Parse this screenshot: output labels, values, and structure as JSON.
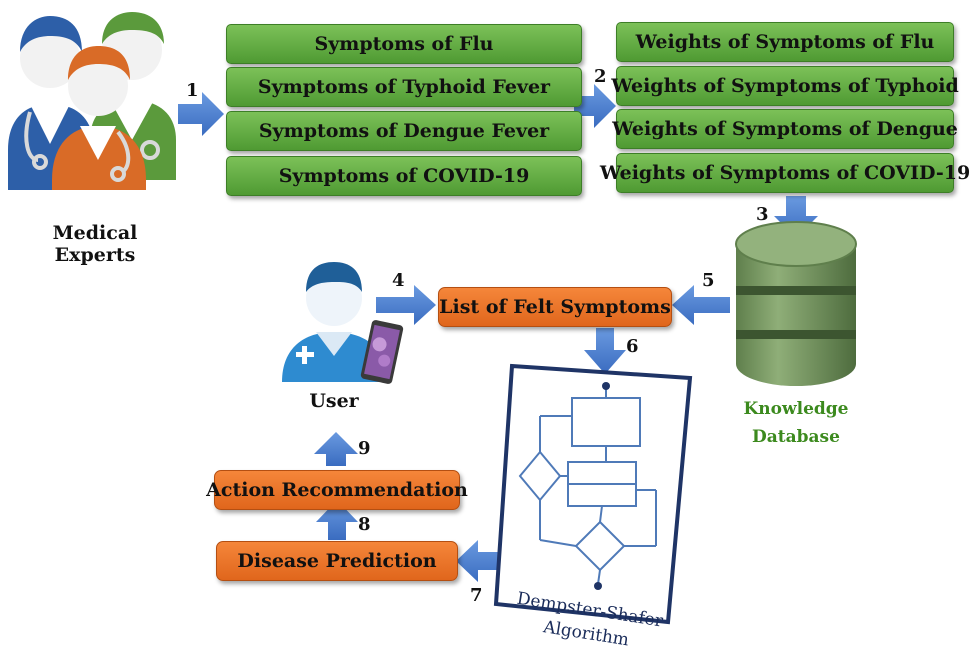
{
  "experts": {
    "label": "Medical Experts"
  },
  "symptom_boxes": [
    "Symptoms of Flu",
    "Symptoms of Typhoid Fever",
    "Symptoms of Dengue Fever",
    "Symptoms of COVID-19"
  ],
  "weight_boxes": [
    "Weights of Symptoms of Flu",
    "Weights of Symptoms of Typhoid",
    "Weights of Symptoms of Dengue",
    "Weights of Symptoms of COVID-19"
  ],
  "database": {
    "line1": "Knowledge",
    "line2": "Database"
  },
  "user": {
    "label": "User"
  },
  "felt_symptoms": "List of Felt Symptoms",
  "action_recommendation": "Action Recommendation",
  "disease_prediction": "Disease Prediction",
  "algorithm": {
    "line1": "Dempster-Shafer",
    "line2": "Algorithm"
  },
  "steps": [
    "1",
    "2",
    "3",
    "4",
    "5",
    "6",
    "7",
    "8",
    "9"
  ],
  "colors": {
    "green_box": "#5ea93e",
    "orange_box": "#ec7224",
    "arrow": "#4a7fd0",
    "database": "#6f8e5c",
    "label_green": "#3c8a1e"
  },
  "icons": [
    "doctor-icon",
    "user-icon",
    "smartphone-icon",
    "database-icon",
    "flowchart-icon"
  ]
}
